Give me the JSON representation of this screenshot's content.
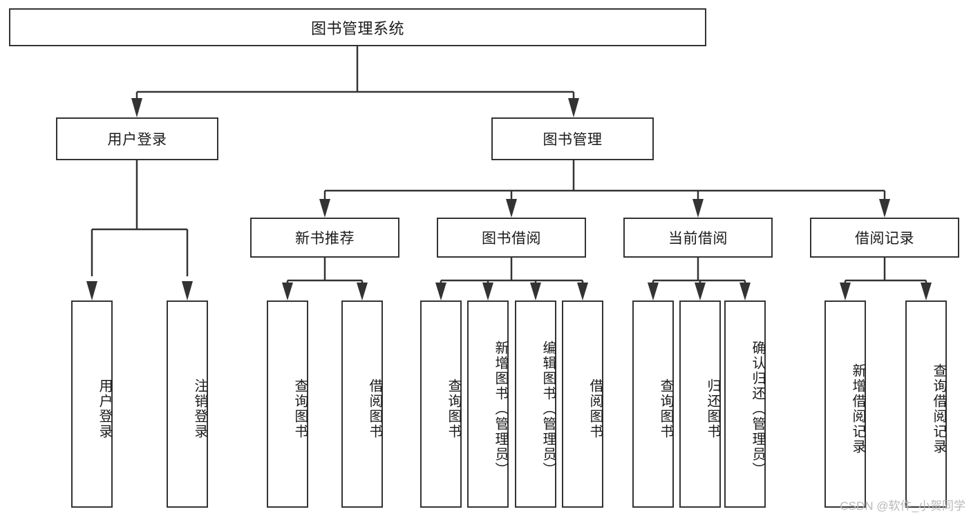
{
  "diagram": {
    "type": "tree-hierarchy-chart",
    "title": "图书管理系统",
    "root": {
      "label": "图书管理系统"
    },
    "level2": [
      {
        "label": "用户登录"
      },
      {
        "label": "图书管理"
      }
    ],
    "level3": [
      {
        "label": "新书推荐"
      },
      {
        "label": "图书借阅"
      },
      {
        "label": "当前借阅"
      },
      {
        "label": "借阅记录"
      }
    ],
    "leaves": {
      "user_login": [
        {
          "label": "用户登录"
        },
        {
          "label": "注销登录"
        }
      ],
      "new_book_recommend": [
        {
          "label": "查询图书"
        },
        {
          "label": "借阅图书"
        }
      ],
      "book_borrow": [
        {
          "label": "查询图书"
        },
        {
          "label": "新增图书（管理员）"
        },
        {
          "label": "编辑图书（管理员）"
        },
        {
          "label": "借阅图书"
        }
      ],
      "current_borrow": [
        {
          "label": "查询图书"
        },
        {
          "label": "归还图书"
        },
        {
          "label": "确认归还（管理员）"
        }
      ],
      "borrow_record": [
        {
          "label": "新增借阅记录"
        },
        {
          "label": "查询借阅记录"
        }
      ]
    },
    "watermark": "CSDN @软件_小贺同学",
    "colors": {
      "box_border": "#333333",
      "box_fill": "#ffffff",
      "connector": "#333333",
      "text": "#1a1a1a",
      "watermark": "#b8b8b8"
    }
  }
}
